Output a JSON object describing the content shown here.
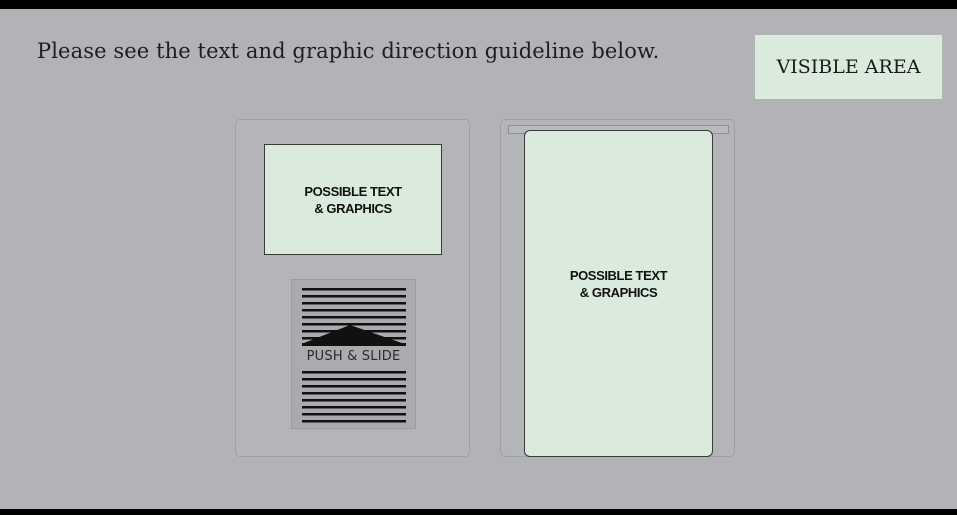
{
  "instruction": {
    "text": "Please see the text and graphic direction guideline below."
  },
  "legend": {
    "label": "VISIBLE AREA",
    "color": "#daebde"
  },
  "left_panel": {
    "label_line1": "POSSIBLE TEXT",
    "label_line2": "& GRAPHICS",
    "push_slide": {
      "label": "PUSH  &  SLIDE",
      "icon": "up-arrow-triangle-icon"
    }
  },
  "right_panel": {
    "label_line1": "POSSIBLE TEXT",
    "label_line2": "& GRAPHICS"
  },
  "colors": {
    "background": "#b1b3b6",
    "frame": "#000000",
    "visible_area": "#daebde",
    "stripes": "#111111"
  }
}
